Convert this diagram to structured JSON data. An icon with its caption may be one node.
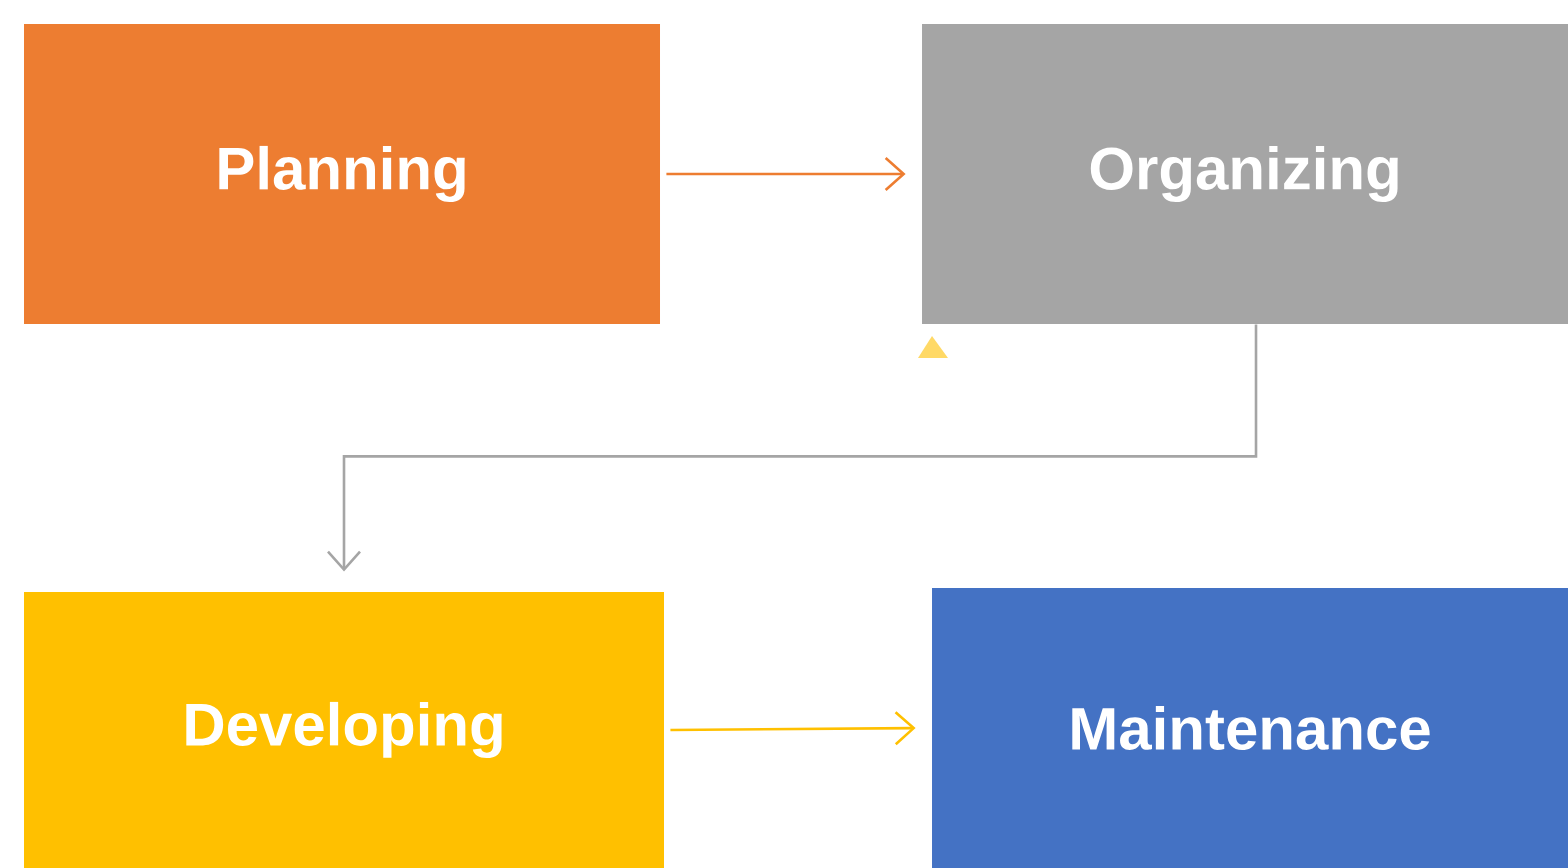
{
  "diagram": {
    "nodes": [
      {
        "text": [
          "Planning"
        ]
      },
      {
        "text": [
          "Organizing"
        ]
      },
      {
        "text": [
          "Developing"
        ]
      },
      {
        "text": [
          "Maintenance"
        ]
      }
    ],
    "edges": [
      {
        "from": 0,
        "to": 1,
        "arrow": "to",
        "color": "#ed7d31"
      },
      {
        "from": 1,
        "to": 2,
        "arrow": "to",
        "color": "#a5a5a5"
      },
      {
        "from": 2,
        "to": 3,
        "arrow": "to",
        "color": "#ffc000"
      }
    ]
  }
}
